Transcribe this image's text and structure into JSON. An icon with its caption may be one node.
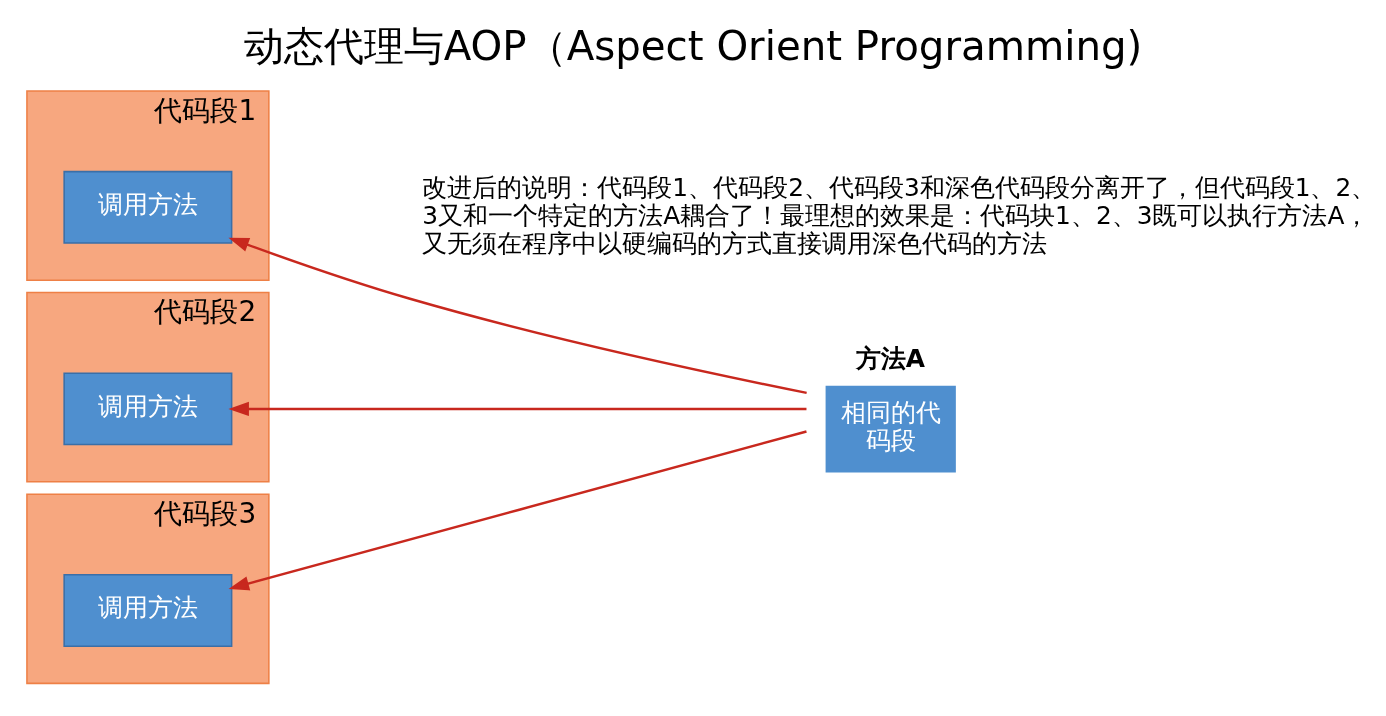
{
  "diagram": {
    "title": "动态代理与AOP（Aspect Orient Programming)",
    "nodes": [
      {
        "text": [
          "代码段1"
        ]
      },
      {
        "text": [
          "调用方法"
        ],
        "in": 0
      },
      {
        "text": [
          "代码段2"
        ]
      },
      {
        "text": [
          "调用方法"
        ],
        "in": 2
      },
      {
        "text": [
          "代码段3"
        ]
      },
      {
        "text": [
          "调用方法"
        ],
        "in": 4
      },
      {
        "text": [
          "方法A",
          "相同的代码段"
        ]
      }
    ],
    "edges": [
      {
        "from": 6,
        "to": 1,
        "arrow": "to"
      },
      {
        "from": 6,
        "to": 3,
        "arrow": "to"
      },
      {
        "from": 6,
        "to": 5,
        "arrow": "to"
      }
    ],
    "labels": [
      "改进后的说明：代码段1、代码段2、代码段3和深色代码段分离开了，但代码段1、2、3又和一个特定的方法A耦合了！最理想的效果是：代码块1、2、3既可以执行方法A，又无须在程序中以硬编码的方式直接调用深色代码的方法"
    ]
  }
}
